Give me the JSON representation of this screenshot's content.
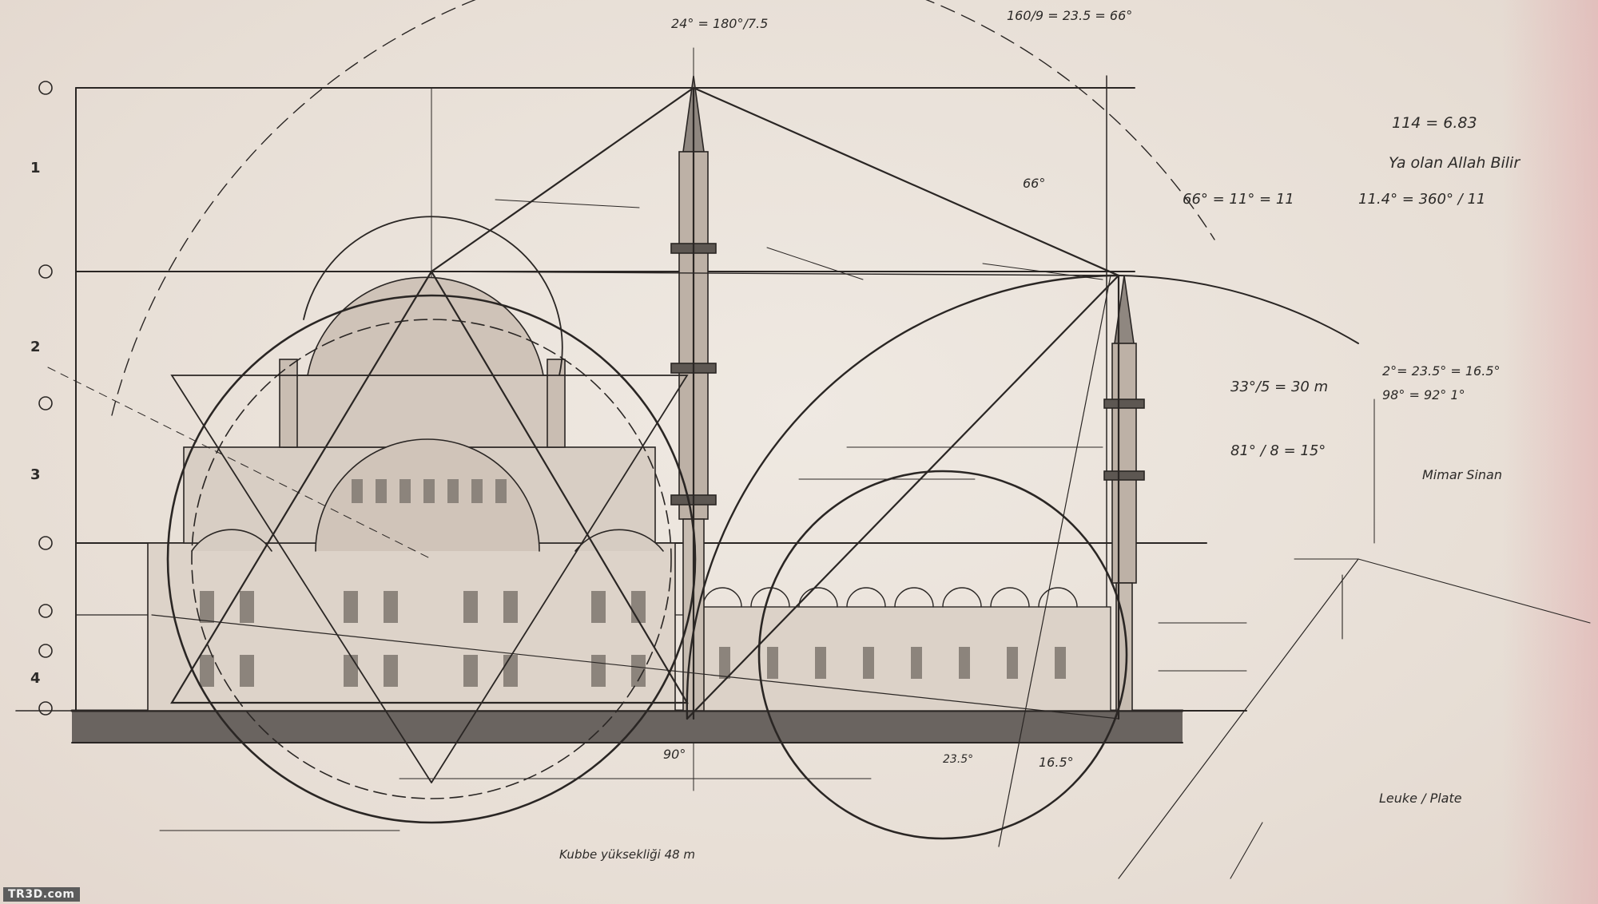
{
  "labels": {
    "right_note_1": "114 = 6.83",
    "right_note_2": "Ya olan Allah Bilir",
    "right_note_3": "66° = 11° = 11",
    "right_note_4": "11.4° = 360° / 11",
    "right_note_5": "33°/5 = 30 m",
    "right_note_6": "81° / 8 = 15°",
    "right_note_7": "2°= 23.5° = 16.5°",
    "right_note_8": "98° = 92° 1°",
    "right_note_9": "Mimar Sinan",
    "right_note_10": "Leuke / Plate",
    "top_note_1": "24° = 180°/7.5",
    "top_note_2": "160/9 = 23.5 = 66°",
    "left_scale_1": "1",
    "left_scale_2": "2",
    "left_scale_3": "3",
    "left_scale_4": "4",
    "bottom_note_1": "Kubbe yüksekliği 48 m",
    "bottom_note_2": "16.5°",
    "bottom_note_3": "23.5°",
    "bottom_note_4": "66°",
    "bottom_note_5": "90°",
    "watermark": "TR3D.com"
  }
}
